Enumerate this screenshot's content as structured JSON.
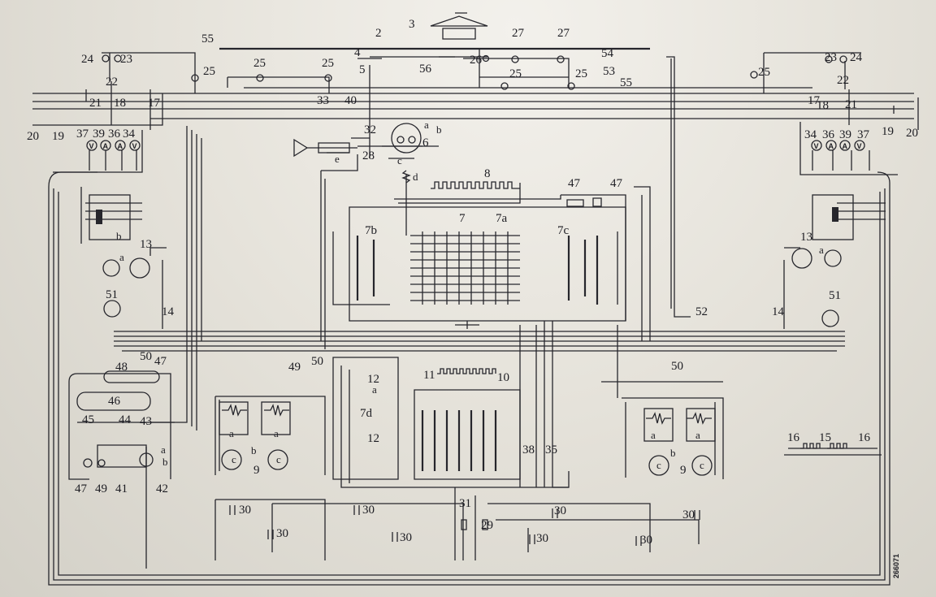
{
  "figure_reference": "266071",
  "labels": [
    "55",
    "2",
    "3",
    "27",
    "27",
    "4",
    "56",
    "26",
    "54",
    "53",
    "55",
    "5",
    "25",
    "25",
    "25",
    "25",
    "25",
    "24",
    "23",
    "22",
    "21",
    "18",
    "17",
    "20",
    "19",
    "37",
    "39",
    "36",
    "34",
    "33",
    "40",
    "32",
    "a",
    "b",
    "6",
    "28",
    "e",
    "c",
    "d",
    "25",
    "23",
    "24",
    "22",
    "17",
    "18",
    "21",
    "19",
    "20",
    "34",
    "36",
    "39",
    "37",
    "8",
    "47",
    "47",
    "7",
    "7a",
    "7b",
    "7c",
    "13",
    "a",
    "b",
    "13",
    "a",
    "51",
    "51",
    "14",
    "14",
    "52",
    "50",
    "50",
    "50",
    "47",
    "48",
    "49",
    "12",
    "a",
    "11",
    "10",
    "7d",
    "46",
    "45",
    "44",
    "43",
    "a",
    "a",
    "c",
    "b",
    "c",
    "9",
    "47",
    "49",
    "41",
    "42",
    "a",
    "b",
    "12",
    "38",
    "35",
    "a",
    "a",
    "9",
    "c",
    "b",
    "c",
    "16",
    "15",
    "16",
    "30",
    "30",
    "30",
    "30",
    "31",
    "29",
    "30",
    "30",
    "30",
    "30"
  ],
  "meters": {
    "voltmeter": "V",
    "ammeter": "A"
  }
}
